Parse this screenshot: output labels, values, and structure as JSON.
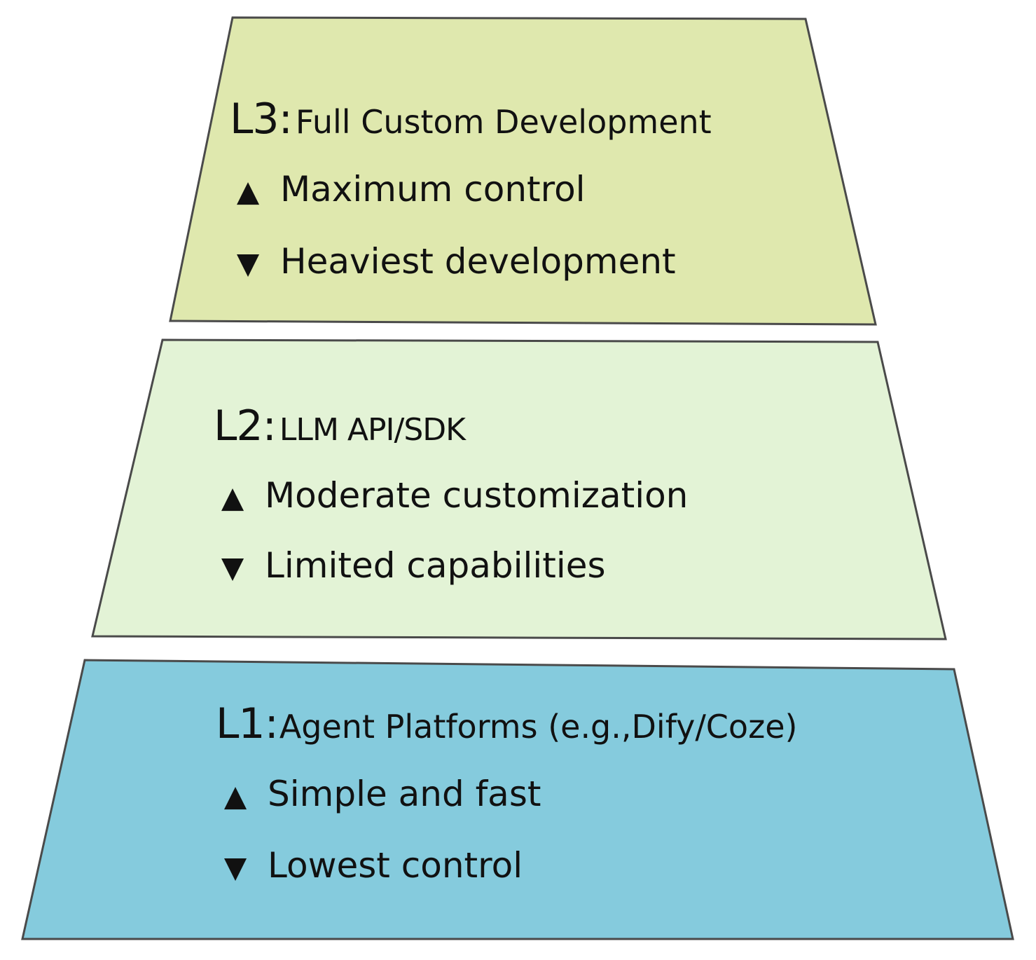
{
  "colors": {
    "l3_fill": "#dfe8ae",
    "l2_fill": "#e3f3d6",
    "l1_fill": "#85cbdd",
    "border": "#4a4a4a",
    "text": "#111111"
  },
  "icons": {
    "pro": "triangle-up-icon",
    "con": "triangle-down-icon",
    "pro_glyph": "▲",
    "con_glyph": "▼"
  },
  "levels": [
    {
      "code": "L3:",
      "name": "Full Custom Development",
      "pro": "Maximum control",
      "con": "Heaviest development"
    },
    {
      "code": "L2:",
      "name": "LLM API/SDK",
      "pro": "Moderate customization",
      "con": "Limited capabilities"
    },
    {
      "code": "L1:",
      "name": "Agent Platforms (e.g.,Dify/Coze)",
      "pro": "Simple and fast",
      "con": "Lowest control"
    }
  ]
}
